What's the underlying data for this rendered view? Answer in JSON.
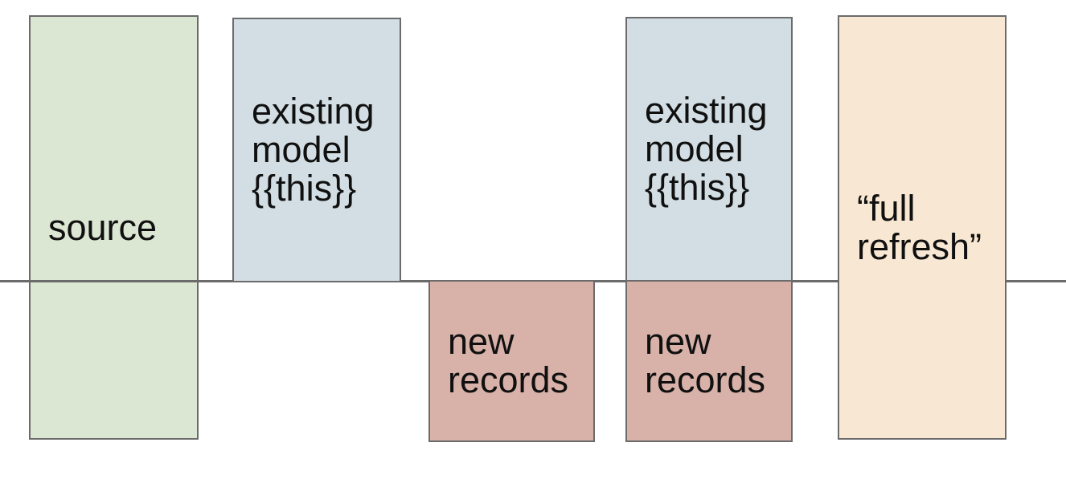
{
  "diagram": {
    "background": "#ffffff",
    "divider": {
      "name": "watermark-divider-line",
      "color": "#6b6b6b"
    },
    "boxes": [
      {
        "id": "source",
        "label": "source",
        "fill": "#dbe7d3",
        "border": "#6b6b6b",
        "placement": "straddles divider, line drawn over box"
      },
      {
        "id": "existing-model-1",
        "label": "existing\nmodel\n{{this}}",
        "fill": "#d2dee3",
        "border": "#6b6b6b",
        "placement": "above divider"
      },
      {
        "id": "new-records-1",
        "label": "new\nrecords",
        "fill": "#d8b1a9",
        "border": "#6b6b6b",
        "placement": "below divider"
      },
      {
        "id": "existing-model-2",
        "label": "existing\nmodel\n{{this}}",
        "fill": "#d2dee3",
        "border": "#6b6b6b",
        "placement": "above divider"
      },
      {
        "id": "new-records-2",
        "label": "new\nrecords",
        "fill": "#d8b1a9",
        "border": "#6b6b6b",
        "placement": "below divider, stacked under existing-model-2"
      },
      {
        "id": "full-refresh",
        "label": "“full\nrefresh”",
        "fill": "#f8e7d2",
        "border": "#6b6b6b",
        "placement": "straddles divider, box covers line"
      }
    ],
    "text_color": "#101010"
  }
}
